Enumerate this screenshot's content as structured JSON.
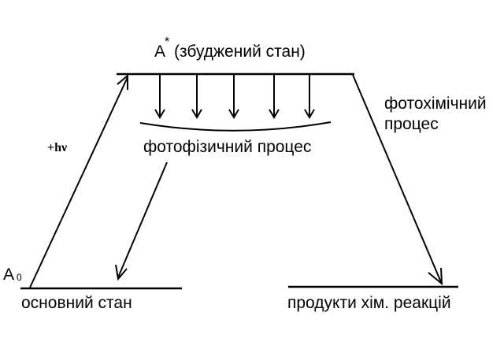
{
  "labels": {
    "excited_state_letter": "A",
    "excited_state_star": "*",
    "excited_state_text": "(збуджений стан)",
    "absorption": "+hν",
    "photophysical": "фотофізичний процес",
    "photochemical_line1": "фотохімічний",
    "photochemical_line2": "процес",
    "ground_letter": "A",
    "ground_subscript": "0",
    "ground_state": "основний стан",
    "products": "продукти хім. реакцій"
  },
  "colors": {
    "ink": "#000000",
    "background": "#ffffff"
  },
  "relaxation_arrow_count": 5
}
